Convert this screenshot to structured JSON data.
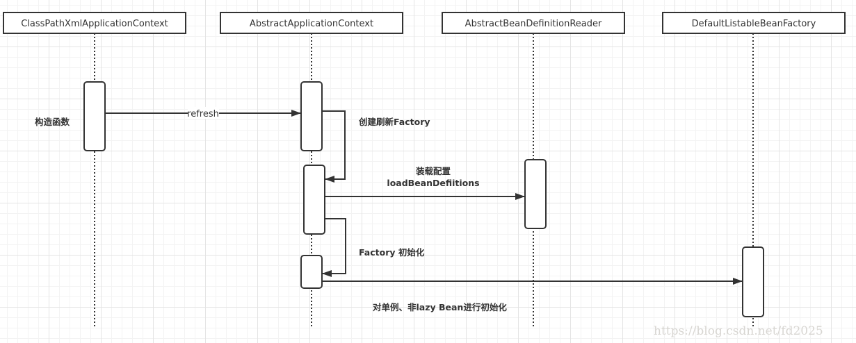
{
  "diagram": {
    "type": "sequence-diagram",
    "colors": {
      "stroke": "#333333",
      "text": "#333333",
      "grid_major": "#e4e4e4",
      "grid_minor": "#f3f3f3",
      "watermark": "#d8d6d2"
    },
    "participants": [
      {
        "id": "p0",
        "label": "ClassPathXmlApplicationContext"
      },
      {
        "id": "p1",
        "label": "AbstractApplicationContext"
      },
      {
        "id": "p2",
        "label": "AbstractBeanDefinitionReader"
      },
      {
        "id": "p3",
        "label": "DefaultListableBeanFactory"
      }
    ],
    "notes": {
      "constructor": "构造函数"
    },
    "messages": [
      {
        "from": "p0",
        "to": "p1",
        "label": "refresh",
        "kind": "call"
      },
      {
        "from": "p1",
        "to": "p1",
        "label": "创建刷新Factory",
        "kind": "self-call"
      },
      {
        "from": "p1",
        "to": "p2",
        "label_line1": "装载配置",
        "label_line2": "loadBeanDefiitions",
        "kind": "call"
      },
      {
        "from": "p1",
        "to": "p1",
        "label": "Factory 初始化",
        "kind": "self-call"
      },
      {
        "from": "p1",
        "to": "p3",
        "label": "对单例、非lazy Bean进行初始化",
        "kind": "call"
      }
    ],
    "watermark": "https://blog.csdn.net/fd2025"
  }
}
